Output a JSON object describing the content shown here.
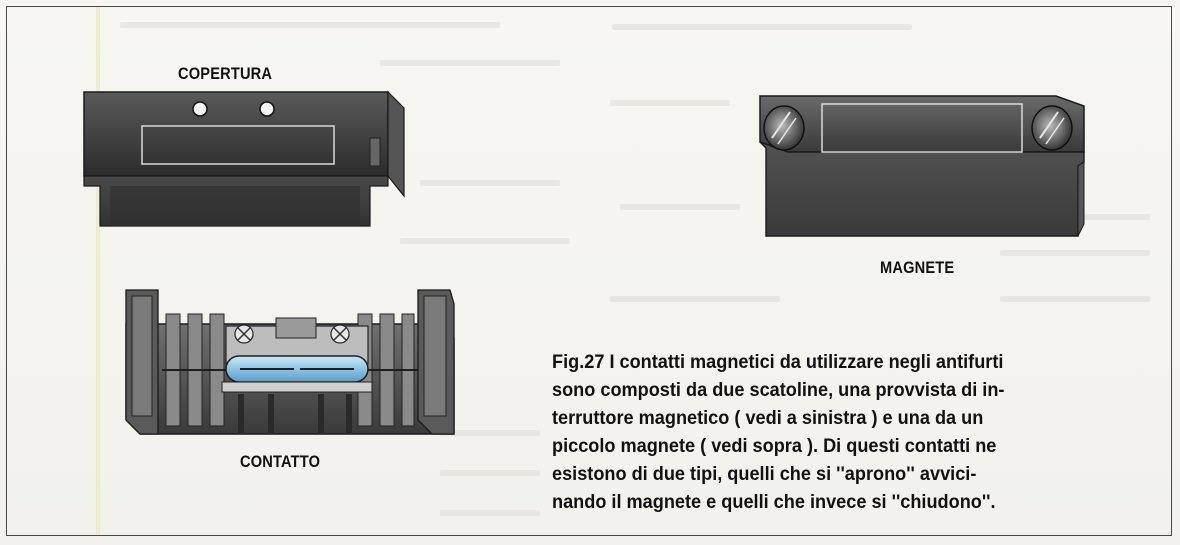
{
  "figure": {
    "labels": {
      "cover": "COPERTURA",
      "magnet": "MAGNETE",
      "contact": "CONTATTO"
    },
    "caption_lines": [
      "Fig.27 I contatti magnetici da utilizzare negli antifurti",
      "sono composti da due scatoline, una provvista di in-",
      "terruttore magnetico ( vedi a sinistra ) e una da un",
      "piccolo magnete ( vedi sopra ). Di questi contatti ne",
      "esistono di due tipi, quelli che si ''aprono'' avvici-",
      "nando il magnete e quelli che invece si ''chiudono''."
    ]
  },
  "colors": {
    "box_dark": "#3c3c3c",
    "reed_glass": "#8fc4e4"
  }
}
